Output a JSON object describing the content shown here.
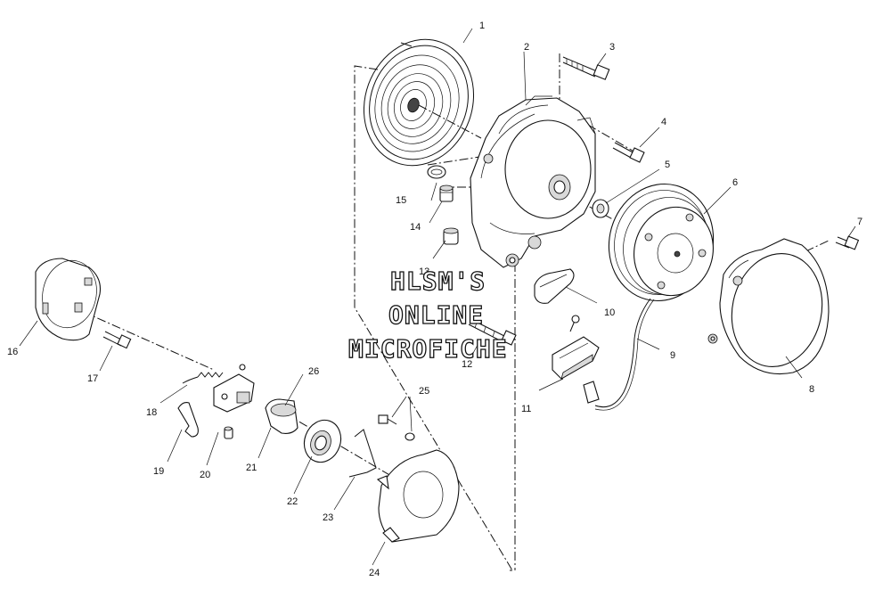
{
  "watermark": {
    "line1": "HLSM'S",
    "line2": "ONLINE",
    "line3": "MICROFICHE"
  },
  "labels": {
    "p1": "1",
    "p2": "2",
    "p3": "3",
    "p4": "4",
    "p5": "5",
    "p6": "6",
    "p7": "7",
    "p8": "8",
    "p9": "9",
    "p10": "10",
    "p11": "11",
    "p12": "12",
    "p13": "13",
    "p14": "14",
    "p15": "15",
    "p16": "16",
    "p17": "17",
    "p18": "18",
    "p19": "19",
    "p20": "20",
    "p21": "21",
    "p22": "22",
    "p23": "23",
    "p24": "24",
    "p25": "25",
    "p26": "26"
  }
}
